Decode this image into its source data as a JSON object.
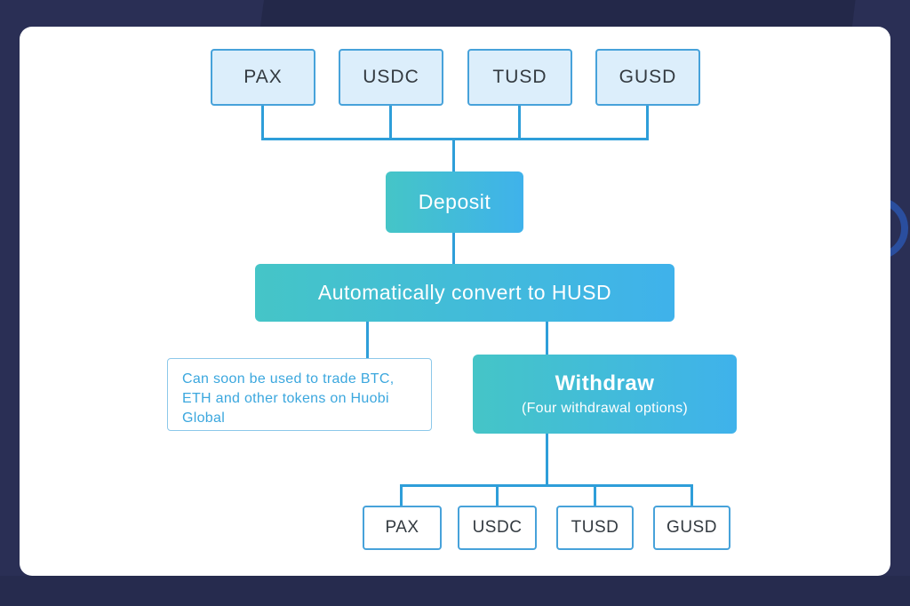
{
  "diagram": {
    "top_tokens": [
      "PAX",
      "USDC",
      "TUSD",
      "GUSD"
    ],
    "deposit_label": "Deposit",
    "convert_label": "Automatically convert to HUSD",
    "info_note": "Can soon be used to trade BTC, ETH and other tokens on Huobi Global",
    "withdraw_label": "Withdraw",
    "withdraw_sublabel": "(Four withdrawal options)",
    "bottom_tokens": [
      "PAX",
      "USDC",
      "TUSD",
      "GUSD"
    ],
    "colors": {
      "background_navy": "#2a2f55",
      "background_navy_dark": "#232849",
      "card_white": "#ffffff",
      "gradient_start": "#45c5c7",
      "gradient_end": "#3fb2eb",
      "token_fill": "#dceefb",
      "token_border": "#47a2da",
      "connector_blue": "#2e9ed9",
      "note_text_blue": "#3ba7de",
      "ring_blue": "#2a4e9e"
    }
  }
}
